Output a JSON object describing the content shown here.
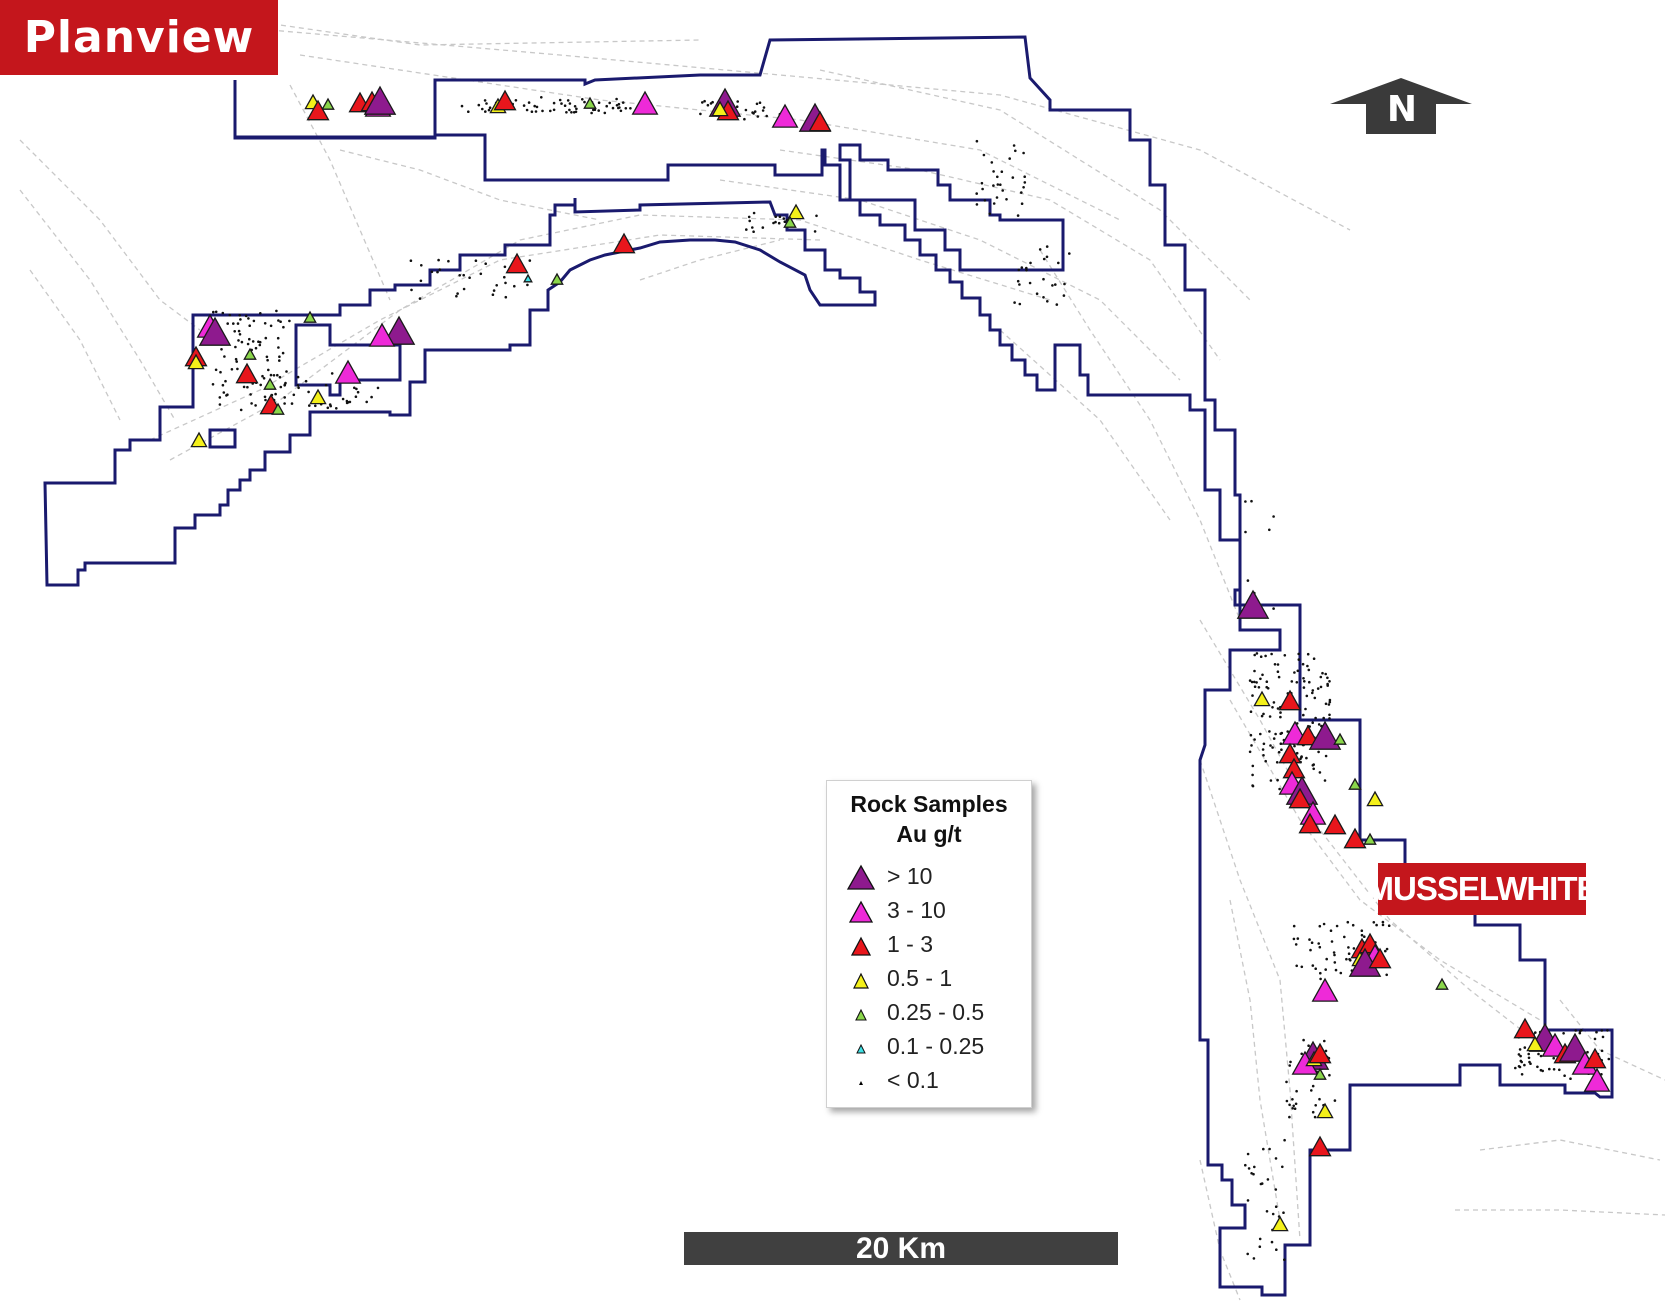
{
  "title": "Planview",
  "north_label": "N",
  "place_label": "MUSSELWHITE",
  "scale_label": "20 Km",
  "legend": {
    "title_line1": "Rock Samples",
    "title_line2": "Au g/t",
    "items": [
      {
        "label": "> 10",
        "color": "#8e1a8e",
        "size": "xl"
      },
      {
        "label": "3 - 10",
        "color": "#ee2ad8",
        "size": "l"
      },
      {
        "label": "1 - 3",
        "color": "#e8161c",
        "size": "m"
      },
      {
        "label": "0.5 - 1",
        "color": "#f4f01a",
        "size": "s"
      },
      {
        "label": "0.25 - 0.5",
        "color": "#8ad64a",
        "size": "xs"
      },
      {
        "label": "0.1 - 0.25",
        "color": "#3ee0e4",
        "size": "xxs"
      },
      {
        "label": "< 0.1",
        "color": "#000000",
        "size": "dot"
      }
    ]
  },
  "colors": {
    "boundary": "#1a1a6e",
    "badge": "#c4161c",
    "scalebar": "#404040",
    "traverse_lines": "#c4c4c4"
  }
}
